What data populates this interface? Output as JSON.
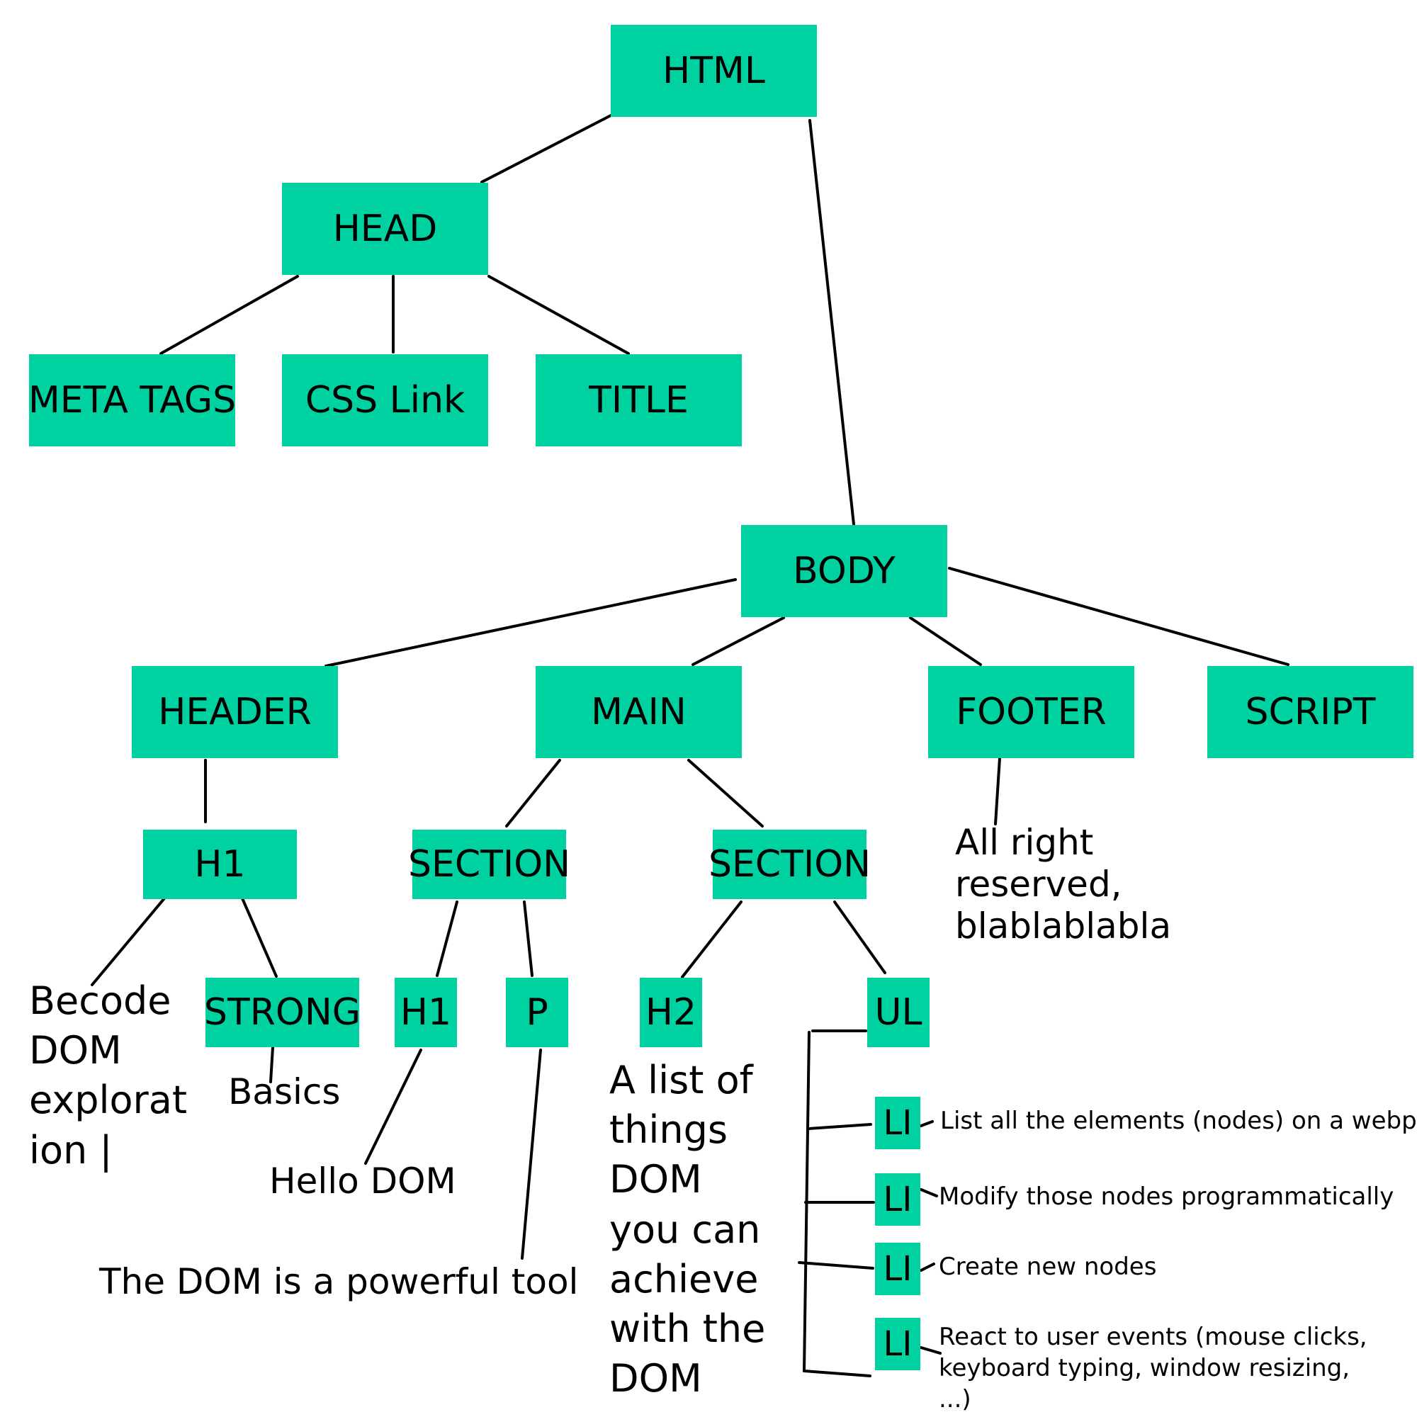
{
  "colors": {
    "node_fill": "#00d1a0",
    "edge": "#000000",
    "background": "#ffffff"
  },
  "nodes": {
    "html": "HTML",
    "head": "HEAD",
    "meta_tags": "META TAGS",
    "css_link": "CSS Link",
    "title": "TITLE",
    "body": "BODY",
    "header": "HEADER",
    "main": "MAIN",
    "footer": "FOOTER",
    "script": "SCRIPT",
    "header_h1": "H1",
    "strong": "STRONG",
    "section_1": "SECTION",
    "section_2": "SECTION",
    "section_h1": "H1",
    "p": "P",
    "h2": "H2",
    "ul": "UL",
    "li_1": "LI",
    "li_2": "LI",
    "li_3": "LI",
    "li_4": "LI"
  },
  "labels": {
    "header_h1_text": "Becode DOM explorat ion |",
    "strong_text": "Basics",
    "section_h1_text": "Hello DOM",
    "p_text": "The DOM is a powerful tool",
    "h2_text": "A list of things DOM you can achieve with the DOM",
    "footer_text": "All right reserved, blablablabla",
    "li_1_text": "List all the elements (nodes) on a webpage",
    "li_2_text": "Modify those nodes programmatically",
    "li_3_text": "Create new nodes",
    "li_4_text": "React to user events (mouse clicks, keyboard typing, window resizing, ...)"
  }
}
